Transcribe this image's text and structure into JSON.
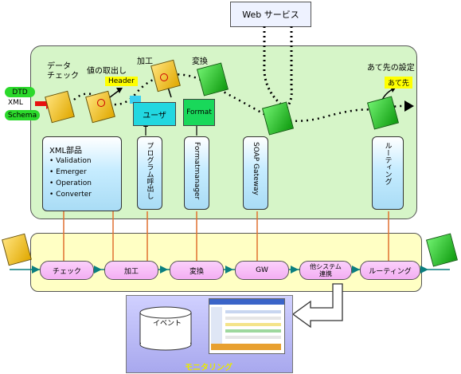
{
  "web_service": "Web サービス",
  "input": {
    "dtd": "DTD",
    "xml": "XML",
    "schema": "Schema"
  },
  "top_steps": {
    "data_check": "データ\nチェック",
    "value_extract": "値の取出し",
    "process": "加工",
    "convert": "変換",
    "destination_setting": "あて先の設定"
  },
  "tags": {
    "header": "Header",
    "destination": "あて先"
  },
  "boxes": {
    "user": "ユーザ",
    "format": "Format"
  },
  "components": {
    "xml_parts": {
      "title": "XML部品",
      "items": [
        "Validation",
        "Emerger",
        "Operation",
        "Converter"
      ]
    },
    "program_call": "プログラム呼出し",
    "format_manager": "Formatmanager",
    "soap_gateway": "SOAP Gateway",
    "routing": "ルーティング"
  },
  "pipeline": [
    "チェック",
    "加工",
    "変換",
    "GW",
    "他システム\n連携",
    "ルーティング"
  ],
  "monitoring": {
    "event": "イベント",
    "label": "モニタリング"
  },
  "colors": {
    "panel": "#d6f5c8",
    "bus": "#ffffc4",
    "connector": "#e07030",
    "flow": "#0b7f7f",
    "pill": "#f3aef3"
  }
}
